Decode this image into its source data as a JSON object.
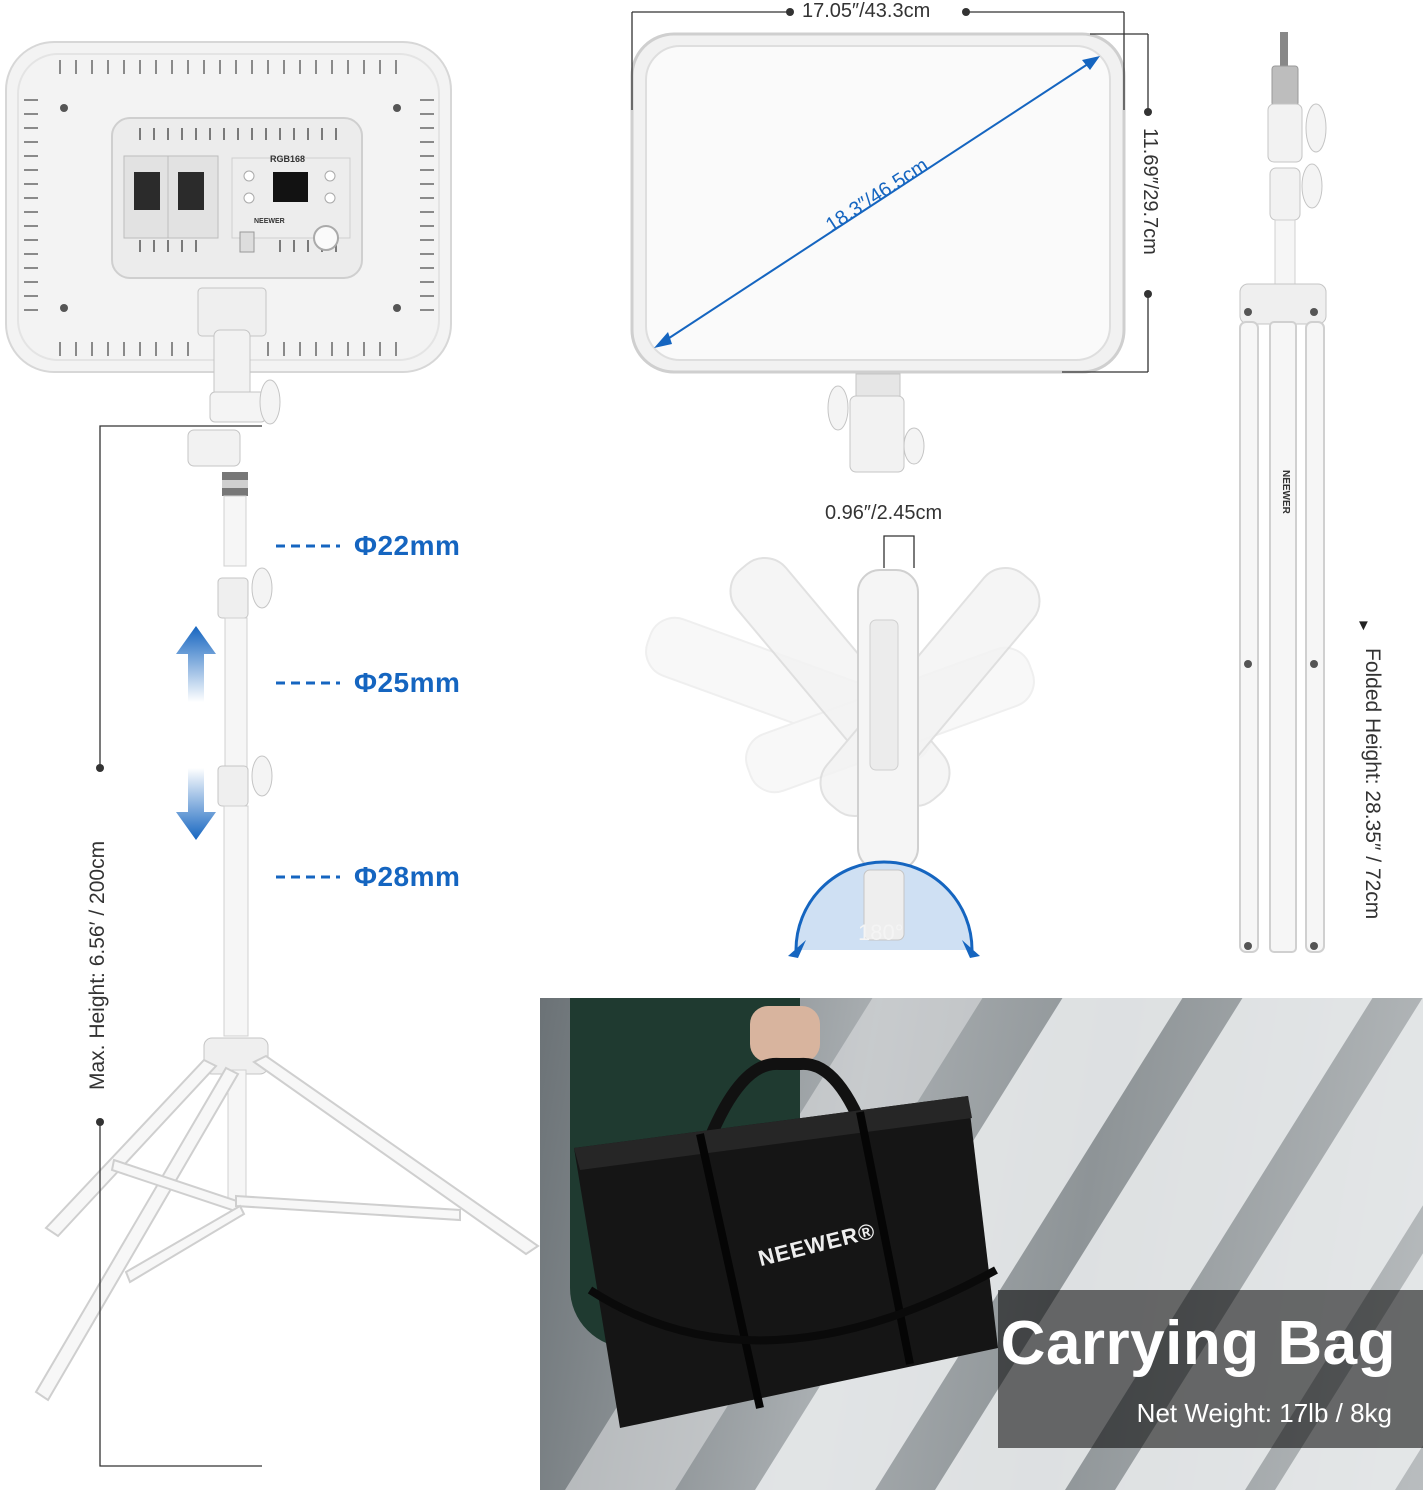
{
  "panel_back": {
    "model_label": "RGB168",
    "brand_label": "NEEWER"
  },
  "dimensions": {
    "width": "17.05″/43.3cm",
    "height": "11.69″/29.7cm",
    "diagonal": "18.3″/46.5cm",
    "thickness": "0.96″/2.45cm",
    "rotation": "180°"
  },
  "stand": {
    "tube_diameters": [
      "Φ22mm",
      "Φ25mm",
      "Φ28mm"
    ],
    "max_height": "Max. Height: 6.56′ / 200cm",
    "folded_height": "Folded Height: 28.35″ / 72cm",
    "stand_brand": "NEEWER"
  },
  "bag": {
    "title": "Carrying Bag",
    "weight": "Net Weight: 17lb / 8kg",
    "brand": "NEEWER®"
  },
  "colors": {
    "accent_blue": "#1565c0",
    "panel_white": "#f4f4f4",
    "bag_black": "#141414"
  }
}
